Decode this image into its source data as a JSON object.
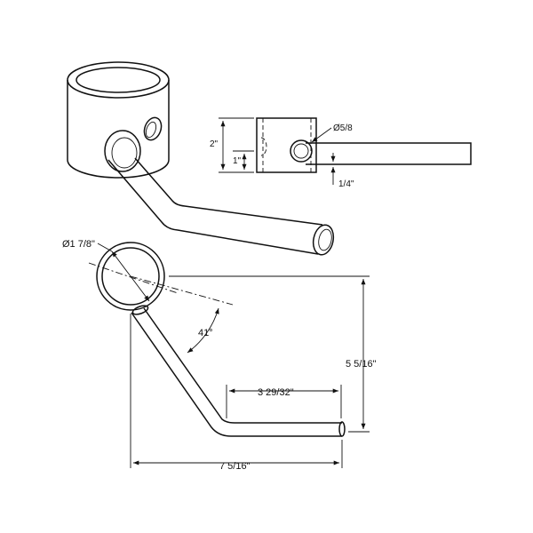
{
  "drawing": {
    "side_view": {
      "height_total": "2\"",
      "hole_height": "1\"",
      "hole_diameter": "Ø5/8",
      "offset": "1/4\""
    },
    "top_view": {
      "post_diameter": "Ø1 7/8\"",
      "bend_angle": "41°",
      "arm_length": "3 29/32\"",
      "depth": "5 5/16\"",
      "overall_width": "7 5/16\""
    }
  }
}
